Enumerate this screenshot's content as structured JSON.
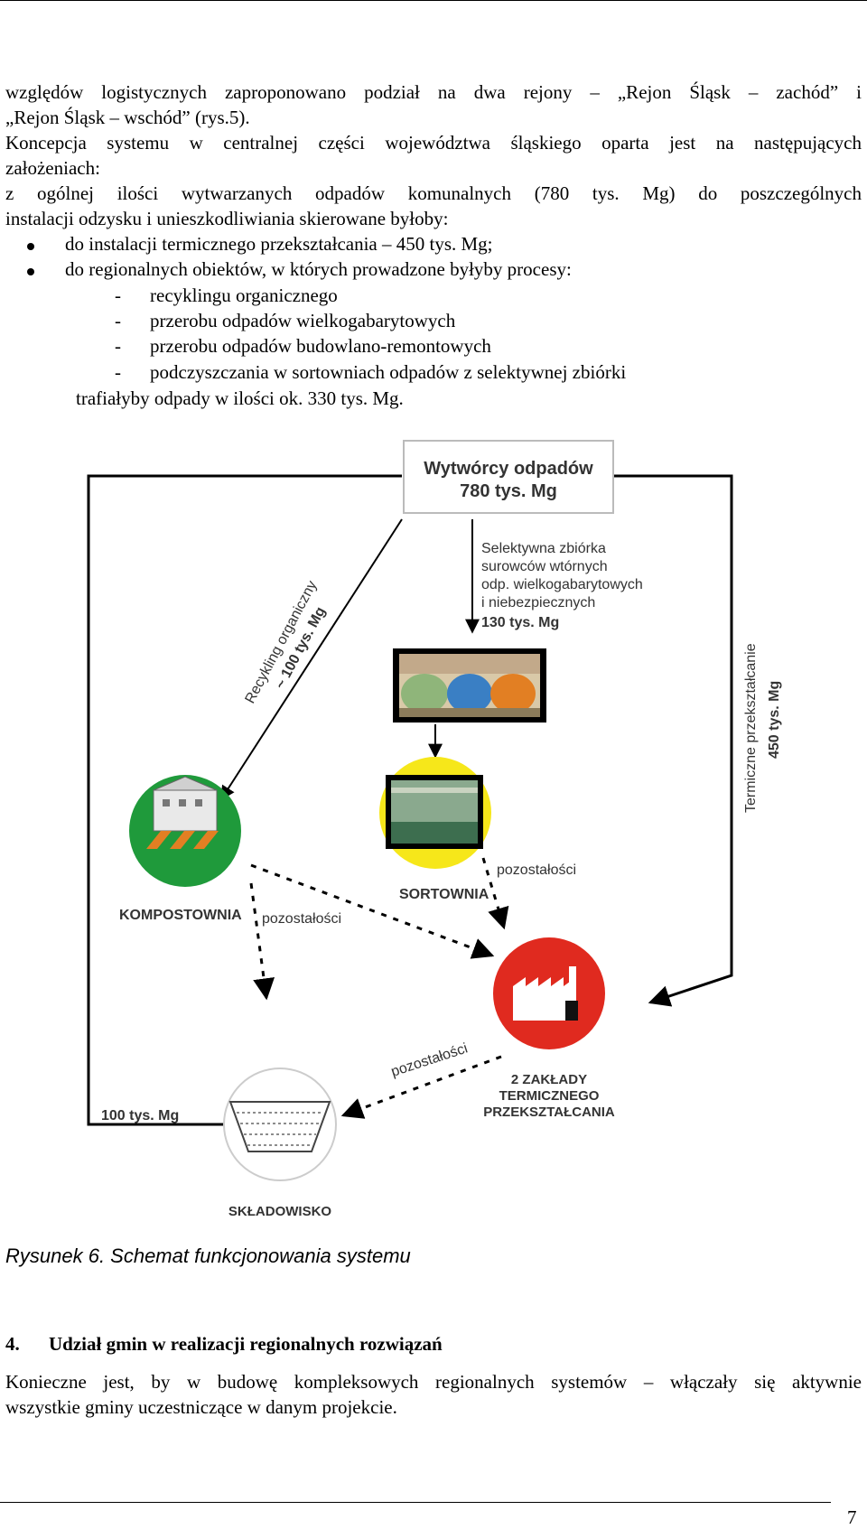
{
  "paragraphs": {
    "intro_line1": "względów logistycznych zaproponowano podział na dwa rejony – „Rejon Śląsk – zachód” i",
    "intro_line2": "„Rejon Śląsk – wschód” (rys.5).",
    "concept_line1": "Koncepcja systemu w centralnej części województwa śląskiego oparta jest na następujących",
    "concept_line2": "założeniach:",
    "flow_line1": "z ogólnej ilości wytwarzanych odpadów komunalnych   (780 tys. Mg) do poszczególnych",
    "flow_line2": "instalacji odzysku i unieszkodliwiania skierowane byłoby:"
  },
  "bullets": [
    "do instalacji termicznego przekształcania – 450 tys. Mg;",
    "do regionalnych obiektów, w których prowadzone byłyby procesy:"
  ],
  "sub_items": [
    "recyklingu organicznego",
    "przerobu odpadów wielkogabarytowych",
    "przerobu odpadów budowlano-remontowych",
    "podczyszczania w sortowniach odpadów z selektywnej zbiórki"
  ],
  "sub_dash": "-",
  "summary_line": "trafiałyby odpady w ilości ok. 330 tys. Mg.",
  "diagram": {
    "producers_line1": "Wytwórcy odpadów",
    "producers_line2": "780 tys. Mg",
    "selective_lines": [
      "Selektywna zbiórka",
      "surowców wtórnych",
      "odp. wielkogabarytowych",
      "i niebezpiecznych"
    ],
    "selective_amount": "130 tys. Mg",
    "recycling_line1": "Recykling organiczny",
    "recycling_line2": "~ 100 tys. Mg",
    "thermal_line1": "Termiczne przekształcanie",
    "thermal_line2": "450 tys. Mg",
    "sortownia": "SORTOWNIA",
    "kompostownia": "KOMPOSTOWNIA",
    "residue_sort": "pozostałości",
    "residue_komp": "pozostałości",
    "residue_plant": "pozostałości",
    "plant_line1": "2 ZAKŁADY",
    "plant_line2": "TERMICZNEGO",
    "plant_line3": "PRZEKSZTAŁCANIA",
    "landfill_amount": "100 tys. Mg",
    "skladowisko": "SKŁADOWISKO",
    "colors": {
      "compost_green": "#1f9a3b",
      "sort_yellow": "#f6e71a",
      "plant_red": "#e02a1f"
    }
  },
  "caption": "Rysunek 6. Schemat funkcjonowania systemu",
  "section": {
    "number": "4.",
    "title": "Udział gmin w realizacji regionalnych rozwiązań"
  },
  "closing_line1": "Konieczne jest, by w budowę kompleksowych regionalnych systemów – włączały się aktywnie",
  "closing_line2": "wszystkie gminy uczestniczące w danym projekcie.",
  "page_number": "7"
}
